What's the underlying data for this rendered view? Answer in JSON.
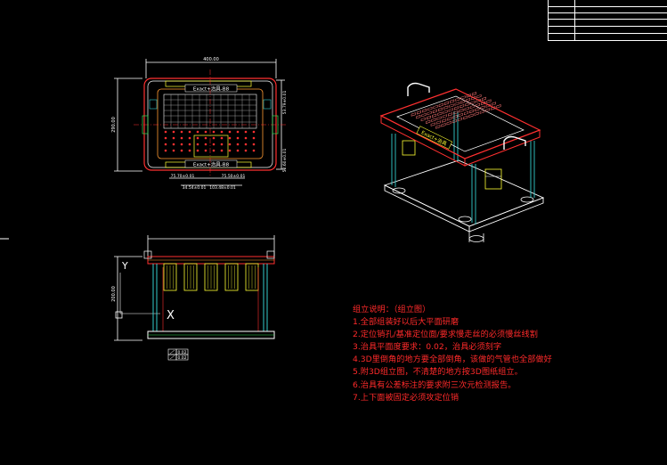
{
  "drawing": {
    "background": "#000000",
    "line_colors": {
      "white": "#ffffff",
      "red": "#ff3030",
      "yellow": "#ffff33",
      "cyan": "#33cccc",
      "green": "#33dd55",
      "magenta": "#ff44ff",
      "orange": "#ff9933"
    }
  },
  "top_view": {
    "dim_width": "400.00",
    "dim_height": "290.00",
    "dim_right_upper": "53.79±0.01",
    "dim_right_lower": "52.60±0.01",
    "dim_bottom_1": "75.70±0.01",
    "dim_bottom_2": "75.50±0.01",
    "dim_bottom_3": "34.54±0.01",
    "dim_bottom_4": "103.48±0.01",
    "label_upper": "Exact+治具-B8",
    "label_lower": "Exact+治具-B8"
  },
  "iso_view": {
    "label": "Exact+治具"
  },
  "front_view": {
    "axis_y": "Y",
    "axis_x": "X",
    "dim_left": "200.00",
    "flatness_1": "0.02",
    "flatness_2": "0.02"
  },
  "notes": {
    "title": "组立说明：（组立图）",
    "items": [
      "1.全部组装好以后大平面研磨",
      "2.定位销孔/基准定位面/要求慢走丝的必须慢丝线割",
      "3.治具平面度要求：0.02，治具必须刻字",
      "4.3D里倒角的地方要全部倒角，该做的气管也全部做好",
      "5.附3D组立图，不清楚的地方按3D图纸组立。",
      "6.治具有公差标注的要求附三次元检测报告。",
      "7.上下面被固定必须攻定位销"
    ]
  }
}
